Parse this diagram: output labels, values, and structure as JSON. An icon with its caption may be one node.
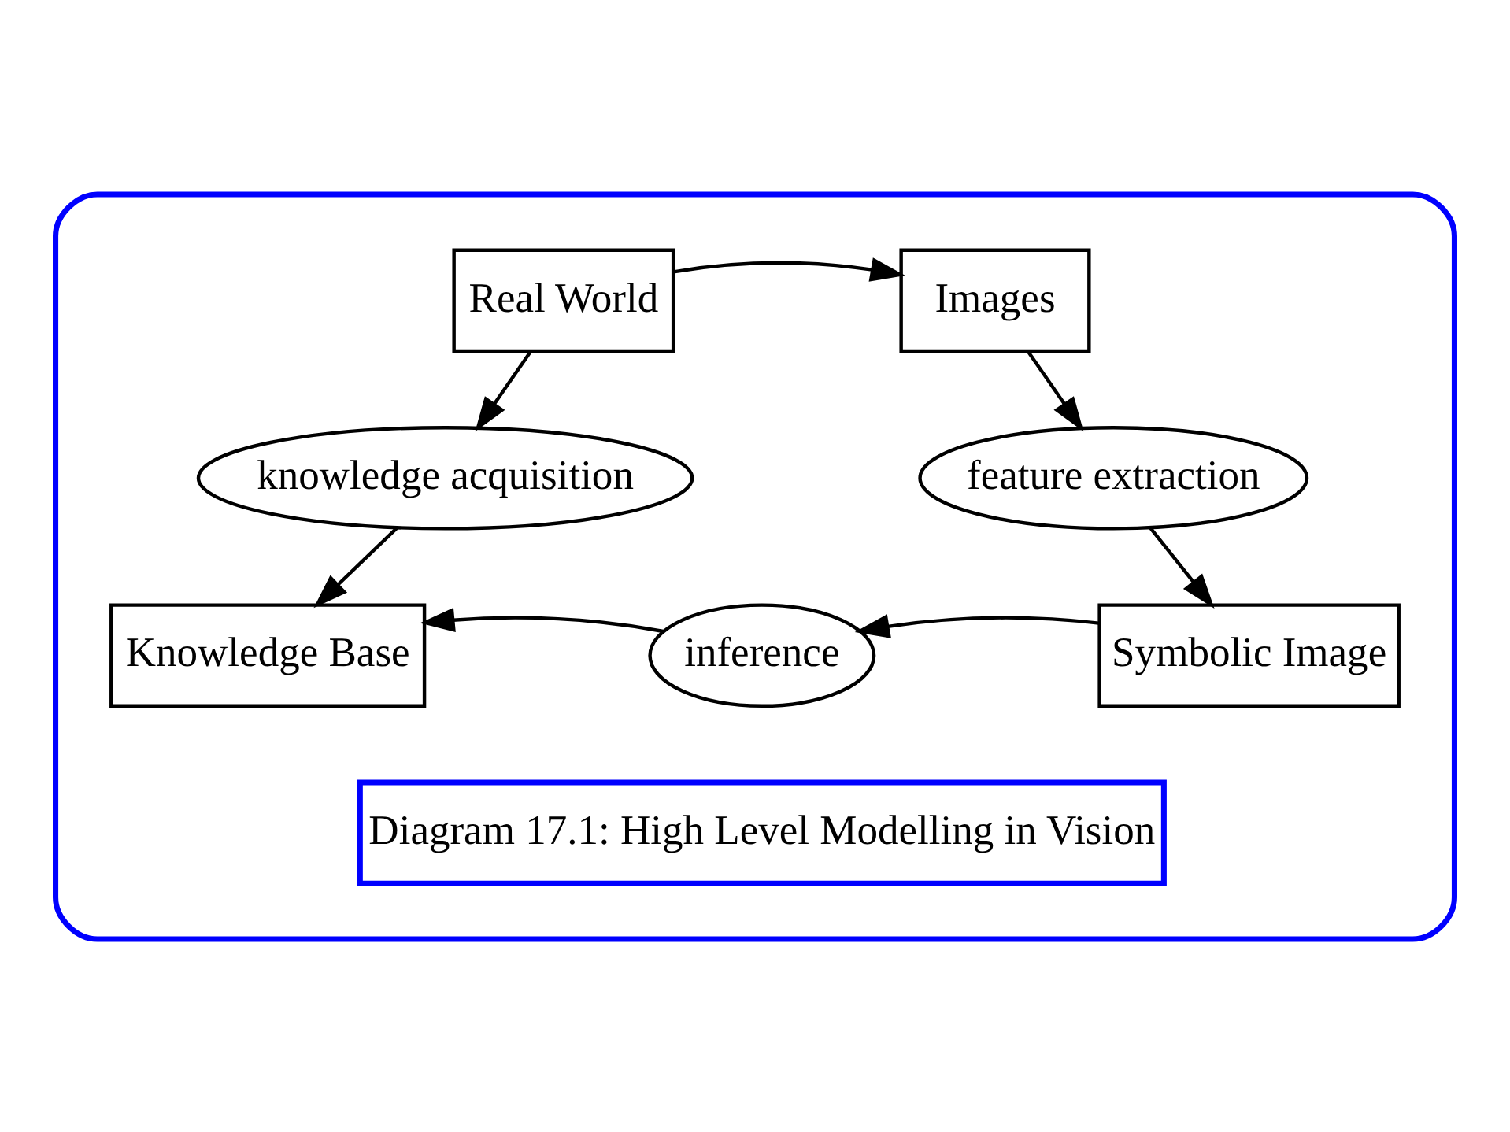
{
  "diagram": {
    "nodes": [
      {
        "text": [],
        "shape": "box"
      },
      {
        "text": [
          "Real World"
        ],
        "in": 0
      },
      {
        "text": [
          "Images"
        ],
        "in": 0
      },
      {
        "text": [
          "knowledge acquisition"
        ],
        "in": 0
      },
      {
        "text": [
          "feature extraction"
        ],
        "in": 0
      },
      {
        "text": [
          "Knowledge Base"
        ],
        "in": 0
      },
      {
        "text": [
          "inference"
        ],
        "in": 0
      },
      {
        "text": [
          "Symbolic Image"
        ],
        "in": 0
      },
      {
        "text": [
          "Diagram 17.1: High Level Modelling in Vision"
        ],
        "in": 0
      }
    ],
    "edges": [
      {
        "from": 1,
        "to": 2,
        "arrow": "to"
      },
      {
        "from": 1,
        "to": 3,
        "arrow": "to"
      },
      {
        "from": 2,
        "to": 4,
        "arrow": "to"
      },
      {
        "from": 3,
        "to": 5,
        "arrow": "to"
      },
      {
        "from": 4,
        "to": 7,
        "arrow": "to"
      },
      {
        "from": 6,
        "to": 5,
        "arrow": "to"
      },
      {
        "from": 7,
        "to": 6,
        "arrow": "to"
      }
    ]
  }
}
